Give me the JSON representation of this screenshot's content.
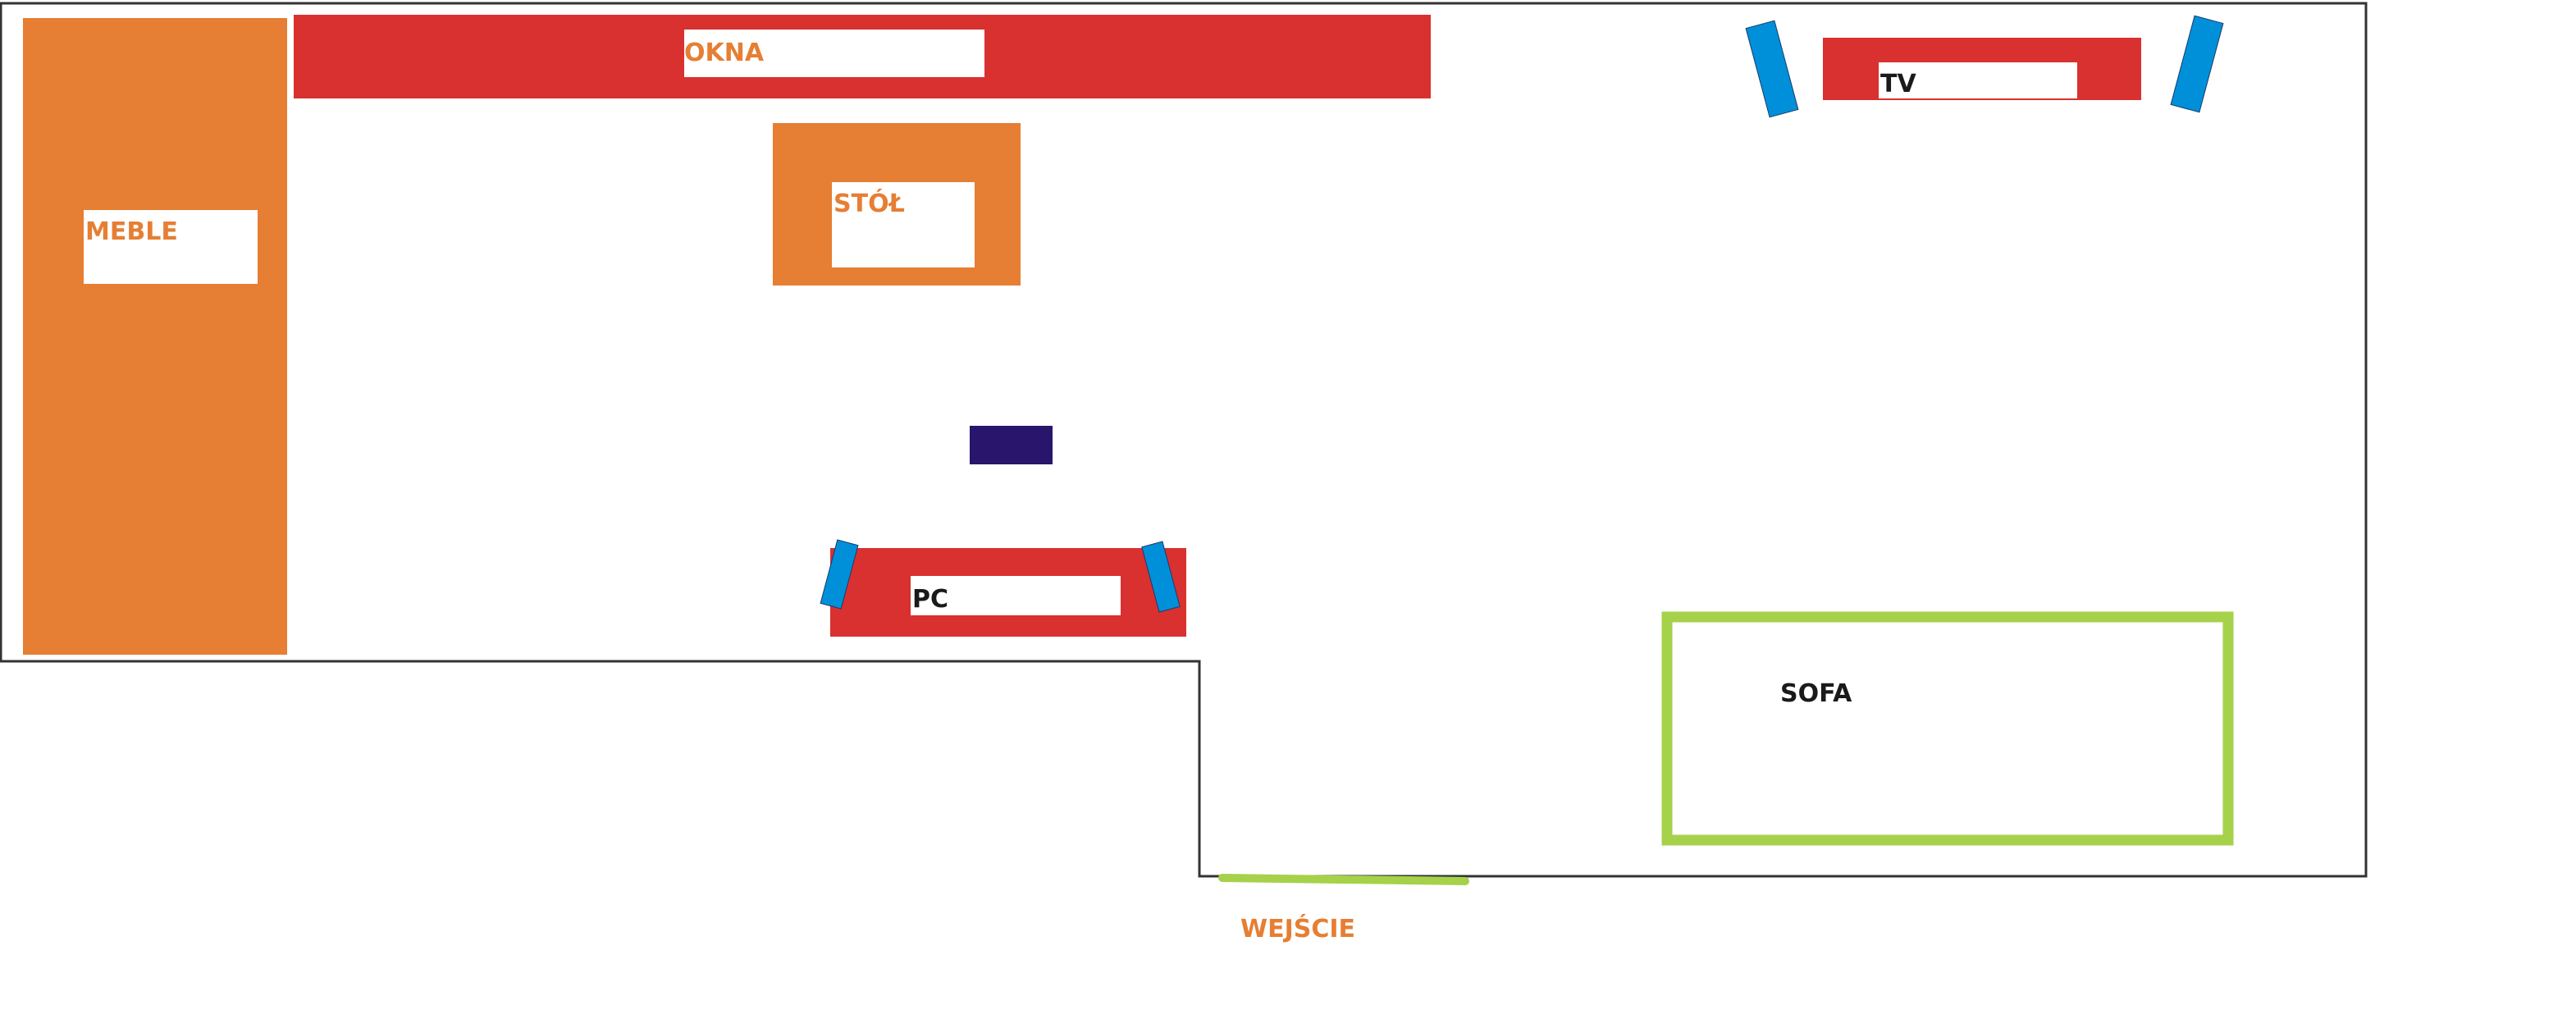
{
  "colors": {
    "orange": "#e67e33",
    "red": "#d93030",
    "blue": "#0090da",
    "navy": "#29156b",
    "green": "#a6d14a",
    "wall": "#333333",
    "dark_text": "#1a1a1a"
  },
  "labels": {
    "furniture": "MEBLE",
    "windows": "OKNA",
    "table": "STÓŁ",
    "pc": "PC",
    "tv": "TV",
    "sofa": "SOFA",
    "entrance": "WEJŚCIE"
  }
}
